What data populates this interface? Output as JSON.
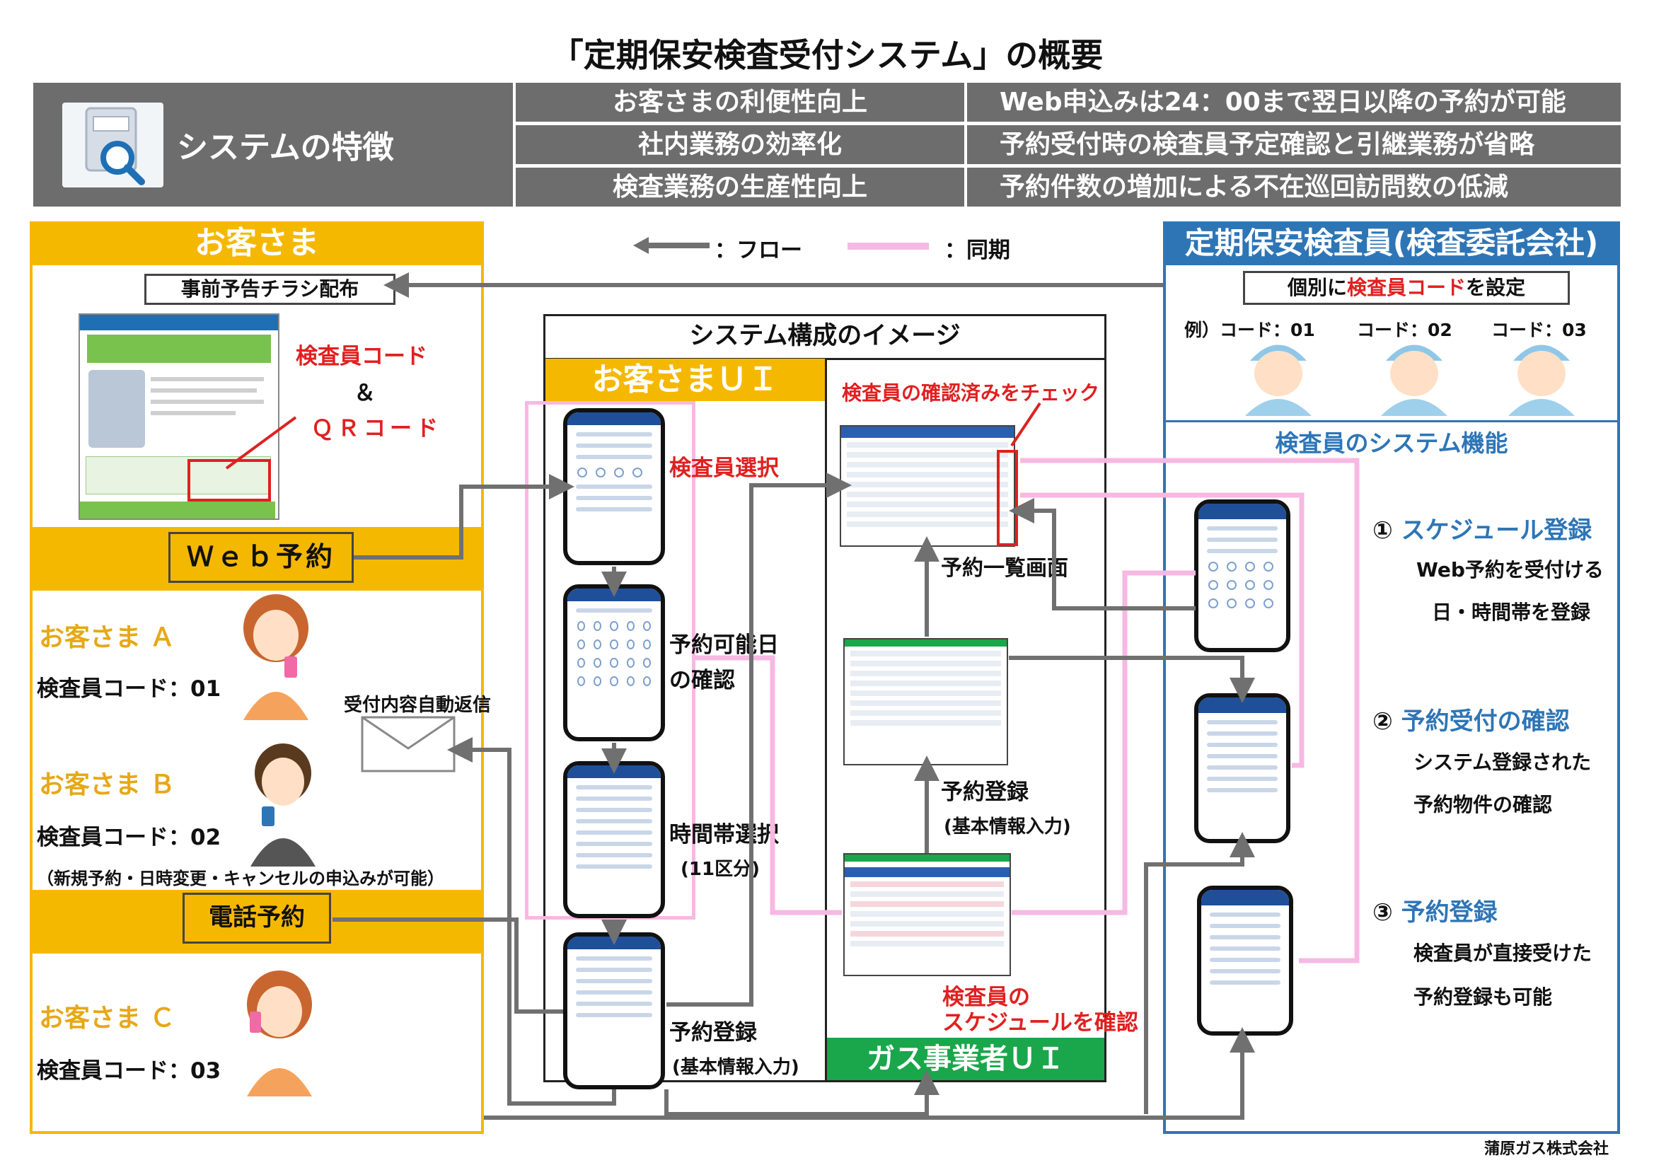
{
  "title": "「定期保安検査受付システム」の概要",
  "features": {
    "heading": "システムの特徴",
    "rows": [
      {
        "aim": "お客さまの利便性向上",
        "detail": "Web申込みは24：00まで翌日以降の予約が可能"
      },
      {
        "aim": "社内業務の効率化",
        "detail": "予約受付時の検査員予定確認と引継業務が省略"
      },
      {
        "aim": "検査業務の生産性向上",
        "detail": "予約件数の増加による不在巡回訪問数の低減"
      }
    ]
  },
  "legend": {
    "flow": "：フロー",
    "sync": "：同期"
  },
  "customer": {
    "heading": "お客さま",
    "flyer_label": "事前予告チラシ配布",
    "flyer_callout_1": "検査員コード",
    "flyer_callout_amp": "＆",
    "flyer_callout_2": "ＱＲコード",
    "web_label": "Ｗｅｂ予約",
    "phone_label": "電話予約",
    "auto_reply": "受付内容自動返信",
    "note": "（新規予約・日時変更・キャンセルの申込みが可能）",
    "customers": [
      {
        "name": "お客さま Ａ",
        "code": "検査員コード：01"
      },
      {
        "name": "お客さま Ｂ",
        "code": "検査員コード：02"
      },
      {
        "name": "お客さま Ｃ",
        "code": "検査員コード：03"
      }
    ]
  },
  "system": {
    "heading": "システム構成のイメージ",
    "customer_ui": "お客さまＵＩ",
    "gas_ui": "ガス事業者ＵＩ",
    "steps": {
      "select": "検査員選択",
      "date_1": "予約可能日",
      "date_2": "の確認",
      "slot_1": "時間帯選択",
      "slot_2": "(11区分)",
      "reg_1": "予約登録",
      "reg_2": "(基本情報入力)"
    },
    "admin": {
      "check_note": "検査員の確認済みをチェック",
      "list": "予約一覧画面",
      "reg_1": "予約登録",
      "reg_2": "(基本情報入力)",
      "sched_1": "検査員の",
      "sched_2": "スケジュールを確認"
    }
  },
  "inspector": {
    "heading": "定期保安検査員(検査委託会社)",
    "code_box_pre": "個別に",
    "code_box_red": "検査員コード",
    "code_box_post": "を設定",
    "example": "例）コード：01",
    "code2": "コード：02",
    "code3": "コード：03",
    "functions_heading": "検査員のシステム機能",
    "functions": [
      {
        "num": "①",
        "title": "スケジュール登録",
        "line1": "Web予約を受付ける",
        "line2": "日・時間帯を登録"
      },
      {
        "num": "②",
        "title": "予約受付の確認",
        "line1": "システム登録された",
        "line2": "予約物件の確認"
      },
      {
        "num": "③",
        "title": "予約登録",
        "line1": "検査員が直接受けた",
        "line2": "予約登録も可能"
      }
    ]
  },
  "company": "蒲原ガス株式会社",
  "colors": {
    "customer": "#f5b800",
    "inspector": "#2e75b6",
    "gas": "#1aa64a",
    "flow": "#707070",
    "sync": "#f7b8e3",
    "accent_red": "#e02020"
  }
}
